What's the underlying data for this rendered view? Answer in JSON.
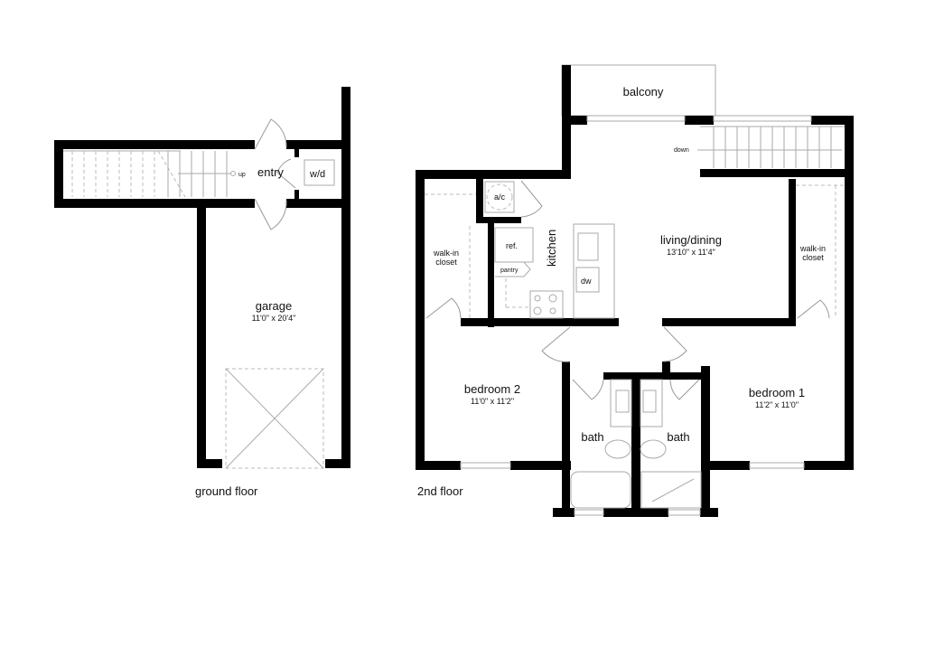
{
  "ground_floor": {
    "caption": "ground floor",
    "rooms": {
      "entry": "entry",
      "wd": "w/d",
      "stairs_up": "up",
      "garage": "garage",
      "garage_dim": "11'0\" x 20'4\""
    }
  },
  "second_floor": {
    "caption": "2nd floor",
    "rooms": {
      "balcony": "balcony",
      "stairs_down": "down",
      "ac": "a/c",
      "walkin_left_1": "walk-in",
      "walkin_left_2": "closet",
      "ref": "ref.",
      "kitchen": "kitchen",
      "pantry": "pantry",
      "dw": "dw",
      "living": "living/dining",
      "living_dim": "13'10\" x 11'4\"",
      "walkin_right_1": "walk-in",
      "walkin_right_2": "closet",
      "bedroom2": "bedroom 2",
      "bedroom2_dim": "11'0\" x 11'2\"",
      "bath_left": "bath",
      "bath_right": "bath",
      "bedroom1": "bedroom 1",
      "bedroom1_dim": "11'2\" x 11'0\""
    }
  }
}
